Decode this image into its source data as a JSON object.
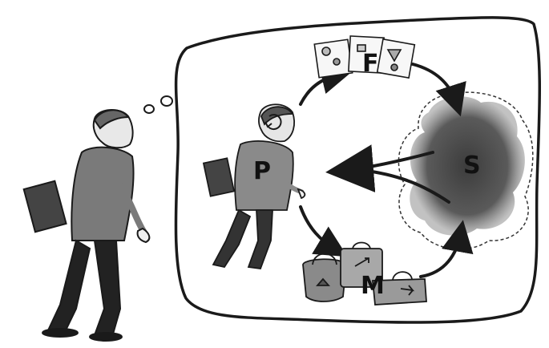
{
  "diagram": {
    "labels": {
      "person_in_bubble": "P",
      "frameworks": "F",
      "situation": "S",
      "methods": "M"
    },
    "colors": {
      "ink": "#1a1a1a",
      "situation_cloud": "#4a4a4a",
      "figure_fill": "#7a7a7a",
      "trouser_fill": "#222222"
    },
    "icons": [
      "thought-bubble",
      "refresh-cycle-icon",
      "documents-icon",
      "bags-icon",
      "toolbox-icon"
    ]
  }
}
